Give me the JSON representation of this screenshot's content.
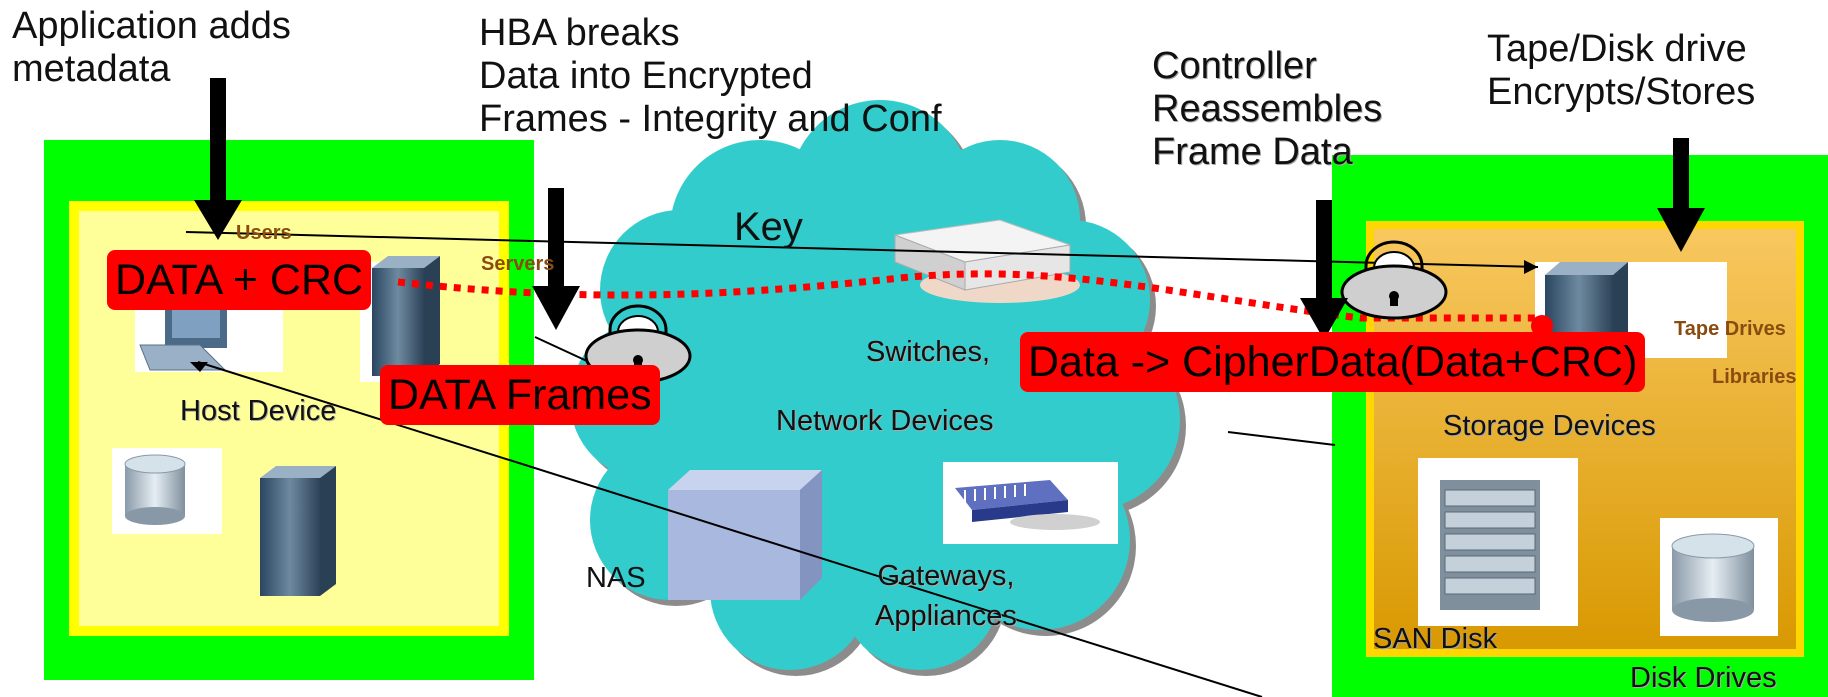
{
  "annotations": {
    "application": "Application adds\nmetadata",
    "hba": "HBA breaks\nData into Encrypted\nFrames - Integrity and Conf",
    "controller": "Controller\nReassembles\nFrame Data",
    "tape_disk": "Tape/Disk drive\nEncrypts/Stores"
  },
  "red_labels": {
    "data_crc": "DATA + CRC",
    "data_frames": "DATA Frames",
    "cipher": "Data -> CipherData(Data+CRC)"
  },
  "host_panel": {
    "users": "Users",
    "servers": "Servers",
    "host_device": "Host Device"
  },
  "network": {
    "key": "Key",
    "switches": "Switches,",
    "network_devices": "Network Devices",
    "nas": "NAS",
    "gateways": "Gateways,\nAppliances"
  },
  "storage_panel": {
    "tape_drives": "Tape Drives",
    "libraries": "Libraries",
    "storage_devices": "Storage Devices",
    "san_disk": "SAN Disk",
    "disk_drives": "Disk Drives"
  },
  "colors": {
    "panel_green": "#00ff00",
    "host_yellow": "#ffff99",
    "storage_orange": "#f0b020",
    "cloud_teal": "#33cccc",
    "callout_red": "#ff0000"
  }
}
